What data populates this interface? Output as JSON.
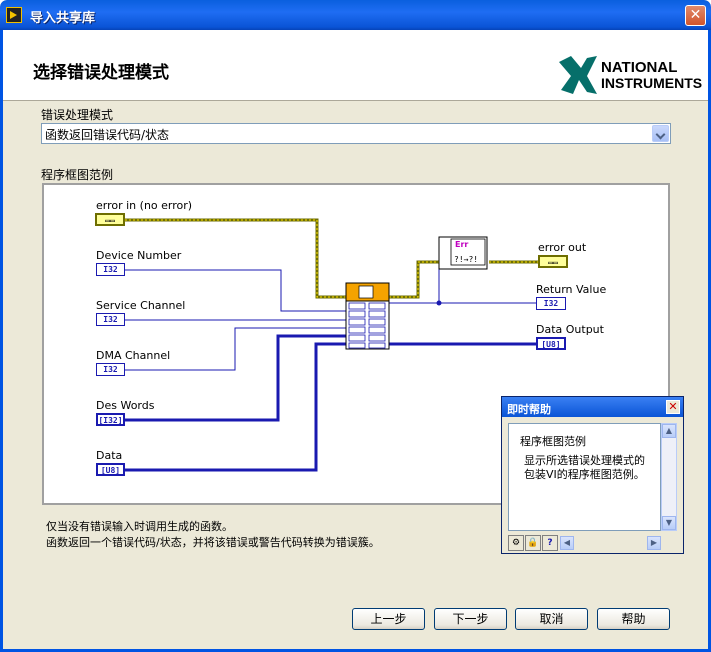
{
  "window": {
    "title": "导入共享库"
  },
  "header": {
    "heading": "选择错误处理模式",
    "logo_line1": "NATIONAL",
    "logo_line2": "INSTRUMENTS"
  },
  "mode": {
    "label": "错误处理模式",
    "selected": "函数返回错误代码/状态"
  },
  "diagram": {
    "label": "程序框图范例",
    "inputs": [
      {
        "name": "error in (no error)",
        "type": "error"
      },
      {
        "name": "Device Number",
        "type": "I32"
      },
      {
        "name": "Service Channel",
        "type": "I32"
      },
      {
        "name": "DMA Channel",
        "type": "I32"
      },
      {
        "name": "Des Words",
        "type": "[I32]"
      },
      {
        "name": "Data",
        "type": "[U8]"
      }
    ],
    "outputs": [
      {
        "name": "error out",
        "type": "error"
      },
      {
        "name": "Return Value",
        "type": "I32"
      },
      {
        "name": "Data Output",
        "type": "[U8]"
      }
    ],
    "err_node": "Err"
  },
  "notes": {
    "line1": "仅当没有错误输入时调用生成的函数。",
    "line2": "函数返回一个错误代码/状态，并将该错误或警告代码转换为错误簇。"
  },
  "context_help": {
    "title": "即时帮助",
    "heading": "程序框图范例",
    "body": "显示所选错误处理模式的包装VI的程序框图范例。"
  },
  "buttons": {
    "back": "上一步",
    "next": "下一步",
    "cancel": "取消",
    "help": "帮助"
  }
}
